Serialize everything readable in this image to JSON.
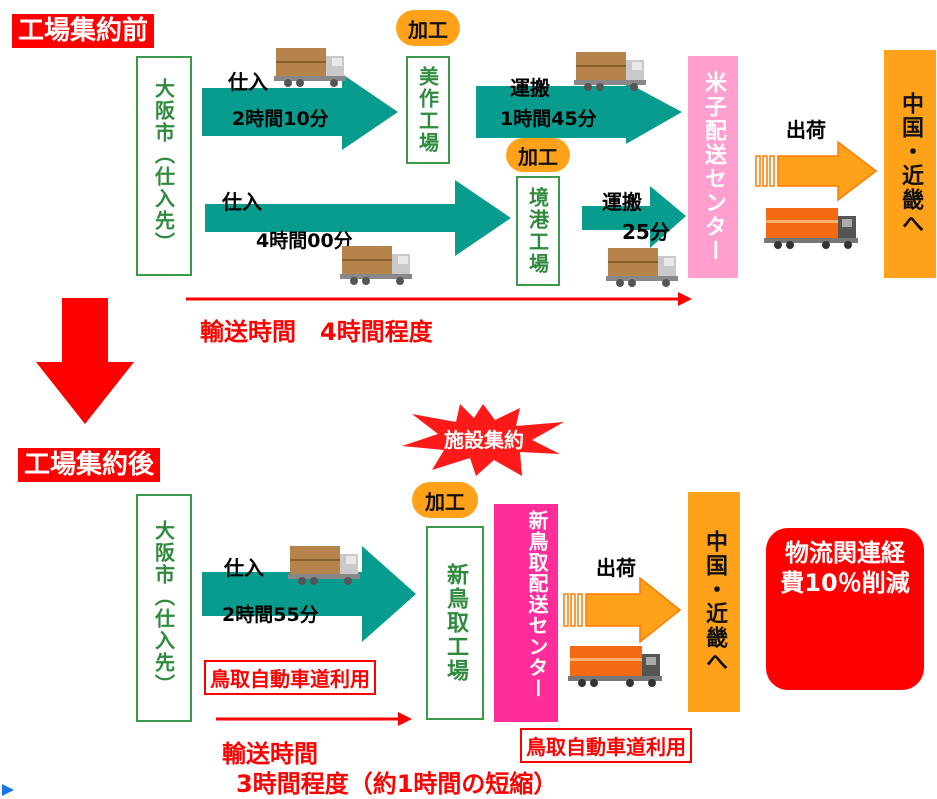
{
  "before": {
    "title": "工場集約前",
    "source": "大阪市（仕入先）",
    "process_label": "加工",
    "factory1": "美作工場",
    "factory2": "境港工場",
    "center": "米子配送センター",
    "dest": "中国・近畿へ",
    "route1_label": "仕入",
    "route1_time": "2時間10分",
    "route2_label": "仕入",
    "route2_time": "4時間00分",
    "haul1_label": "運搬",
    "haul1_time": "1時間45分",
    "haul2_label": "運搬",
    "haul2_time": "25分",
    "ship_label": "出荷",
    "total_time": "輸送時間　4時間程度"
  },
  "after": {
    "title": "工場集約後",
    "burst": "施設集約",
    "process_label": "加工",
    "source": "大阪市（仕入先）",
    "factory": "新鳥取工場",
    "center": "新鳥取配送センター",
    "dest": "中国・近畿へ",
    "route_label": "仕入",
    "route_time": "2時間55分",
    "ship_label": "出荷",
    "highway1": "鳥取自動車道利用",
    "highway2": "鳥取自動車道利用",
    "total_line1": "輸送時間",
    "total_line2": "3時間程度（約1時間の短縮）",
    "result": "物流関連経費10％削減"
  },
  "colors": {
    "teal": "#089c8e",
    "orange": "#ffa21a",
    "pink_light": "#ff9fd0",
    "pink": "#ff2d9a",
    "red": "#ff0000",
    "green": "#2f8a3e"
  }
}
